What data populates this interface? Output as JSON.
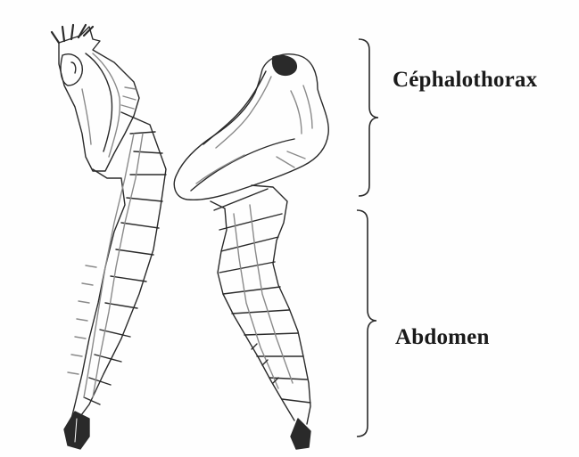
{
  "figure": {
    "labels": {
      "upper": "Céphalothorax",
      "lower": "Abdomen"
    },
    "colors": {
      "ink": "#2a2a2a",
      "shading": "#8a8a8a",
      "background": "#fefefe"
    },
    "illustrations": [
      "mosquito-pupa-side-view",
      "mosquito-pupa-curved-view"
    ]
  }
}
